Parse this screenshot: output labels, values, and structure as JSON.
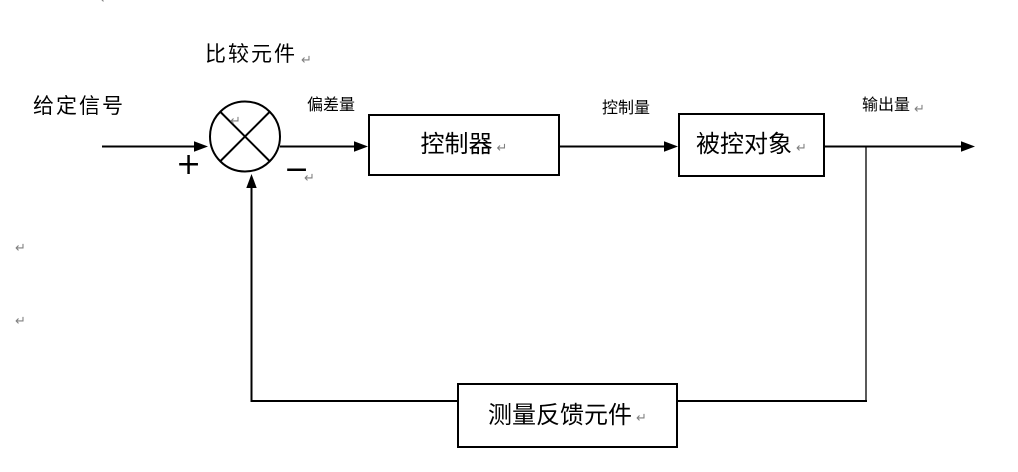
{
  "diagram": {
    "annotation_labels": {
      "reference_signal": "给定信号",
      "comparison_element": "比较元件"
    },
    "signal_labels": {
      "deviation": "偏差量",
      "control": "控制量",
      "output": "输出量"
    },
    "blocks": {
      "controller": "控制器",
      "plant": "被控对象",
      "feedback": "测量反馈元件"
    },
    "summing_junction": {
      "plus_sign": "+",
      "minus_sign": "−"
    },
    "paragraph_mark": "↵",
    "colors": {
      "line": "#000000",
      "paragraph_mark": "#808080",
      "background": "#ffffff"
    }
  }
}
